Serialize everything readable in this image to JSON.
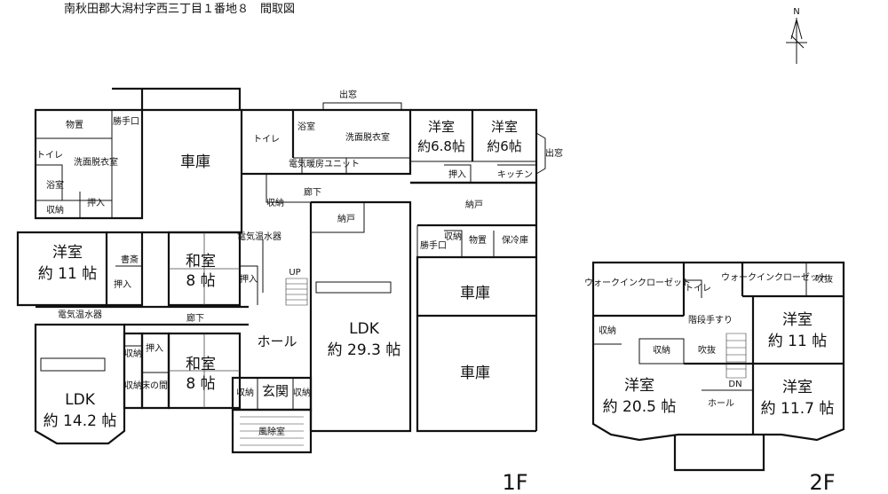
{
  "title": "南秋田郡大潟村字西三丁目１番地８　間取図",
  "north": "N",
  "floors": {
    "first": {
      "label": "1F",
      "rooms": {
        "monooki1": "物置",
        "katteguchi": "勝手口",
        "toilet1": "トイレ",
        "senmen_small": "洗面脱衣室",
        "yokushitsu_small": "浴室",
        "shuno_small": "収納",
        "oshiire_small": "押入",
        "shako_top": "車庫",
        "toilet2": "トイレ",
        "yokushitsu": "浴室",
        "senmen": "洗面脱衣室",
        "denki_unit": "電気暖房ユニット",
        "demado_top": "出窓",
        "youshitsu_68": "洋室",
        "youshitsu_68_size": "約6.8帖",
        "youshitsu_6": "洋室",
        "youshitsu_6_size": "約6帖",
        "demado_right": "出窓",
        "oshiire_top": "押入",
        "kitchen": "キッチン",
        "rouka_top": "廊下",
        "shuno_hall": "収納",
        "nando_center": "納戸",
        "nando_right": "納戸",
        "katteguchi2": "勝手口",
        "shuno_right": "収納",
        "monooki2": "物置",
        "horeiko": "保冷庫",
        "denki_onsuiki": "電気温水器",
        "youshitsu_11": "洋室",
        "youshitsu_11_size": "約 11 帖",
        "shosai": "書斎",
        "oshiire_shosai": "押入",
        "washitsu_top": "和室",
        "washitsu_top_size": "8 帖",
        "oshiire_washitsu": "押入",
        "up": "UP",
        "ldk_big": "LDK",
        "ldk_big_size": "約 29.3 帖",
        "shako_mid": "車庫",
        "denki_onsuiki_low": "電気温水器",
        "rouka_low": "廊下",
        "hall": "ホール",
        "shuno_a": "収納",
        "oshiire_low": "押入",
        "washitsu_low": "和室",
        "washitsu_low_size": "8 帖",
        "shuno_b": "収納",
        "tokonoma": "床の間",
        "shuno_genkan_l": "収納",
        "genkan": "玄関",
        "shuno_genkan_r": "収納",
        "shako_low": "車庫",
        "ldk_small": "LDK",
        "ldk_small_size": "約 14.2 帖",
        "fujoshitsu": "風除室"
      }
    },
    "second": {
      "label": "2F",
      "rooms": {
        "wic_left": "ウォークインクローゼット",
        "toilet": "トイレ",
        "wic_right": "ウォークインクローゼット",
        "fukinuke_top": "吹抜",
        "kaidan": "階段手すり",
        "shuno_left": "収納",
        "youshitsu_11": "洋室",
        "youshitsu_11_size": "約 11 帖",
        "shuno_mid": "収納",
        "fukinuke_mid": "吹抜",
        "youshitsu_205": "洋室",
        "youshitsu_205_size": "約 20.5 帖",
        "dn": "DN",
        "hall": "ホール",
        "youshitsu_117": "洋室",
        "youshitsu_117_size": "約 11.7 帖"
      }
    }
  }
}
